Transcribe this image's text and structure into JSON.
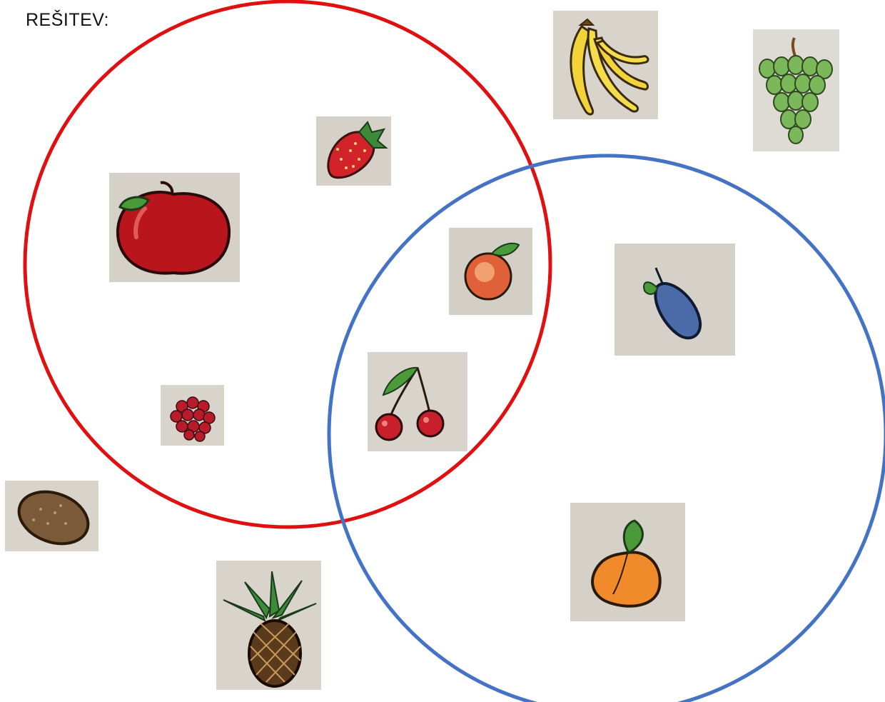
{
  "title": "REŠITEV:",
  "colors": {
    "set_a_circle": "#e01010",
    "set_b_circle": "#4472c4",
    "card_background": "#d9d5cc"
  },
  "fruits": [
    {
      "id": "banana",
      "icon": "banana-icon",
      "region": "outside"
    },
    {
      "id": "grapes",
      "icon": "grapes-icon",
      "region": "outside"
    },
    {
      "id": "strawberry",
      "icon": "strawberry-icon",
      "region": "red-only"
    },
    {
      "id": "apple",
      "icon": "apple-icon",
      "region": "red-only"
    },
    {
      "id": "raspberry",
      "icon": "raspberry-icon",
      "region": "red-only"
    },
    {
      "id": "peach",
      "icon": "peach-icon",
      "region": "intersection"
    },
    {
      "id": "cherries",
      "icon": "cherries-icon",
      "region": "intersection"
    },
    {
      "id": "plum",
      "icon": "plum-icon",
      "region": "blue-only"
    },
    {
      "id": "apricot",
      "icon": "apricot-icon",
      "region": "blue-only"
    },
    {
      "id": "kiwi",
      "icon": "kiwi-icon",
      "region": "outside"
    },
    {
      "id": "pineapple",
      "icon": "pineapple-icon",
      "region": "outside"
    }
  ]
}
